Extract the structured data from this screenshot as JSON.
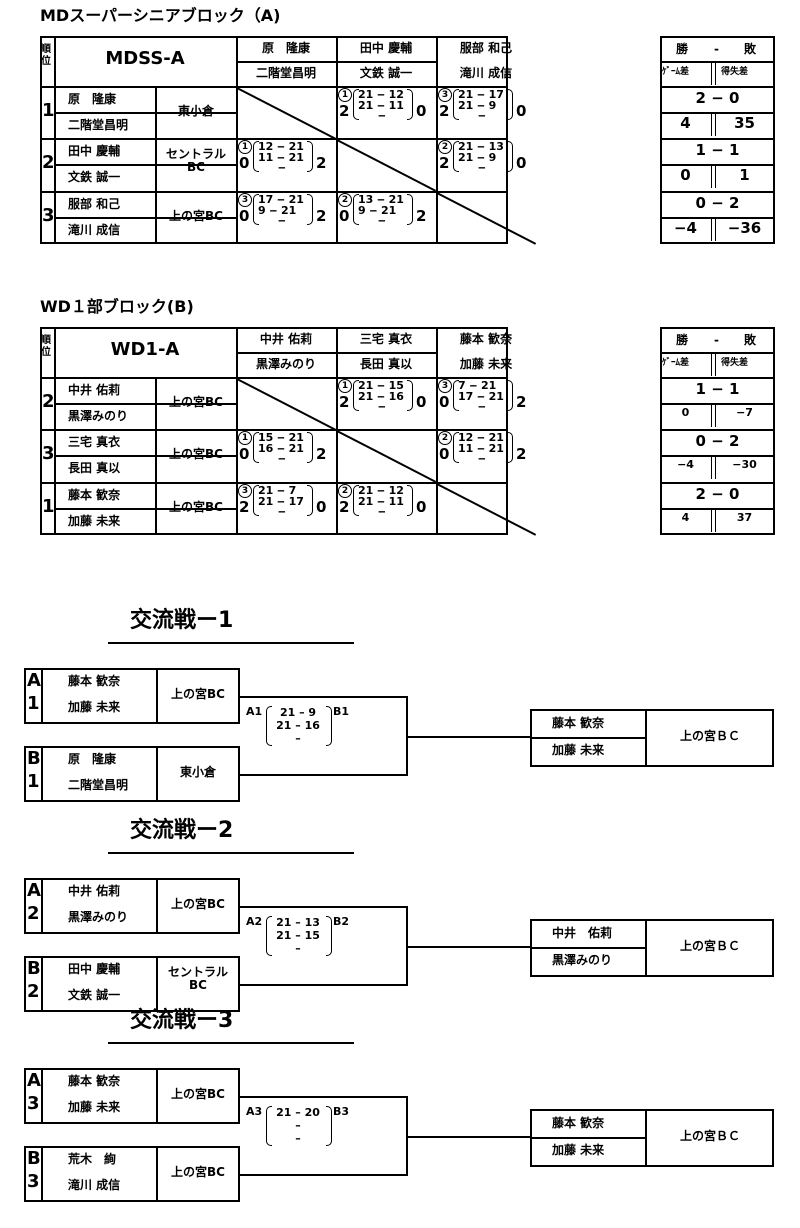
{
  "blockA": {
    "title": "MDスーパーシニアブロック（A)",
    "header_rank": "順位",
    "header_code": "MDSS-A",
    "col_players": [
      [
        "原　隆康",
        "二階堂昌明"
      ],
      [
        "田中 慶輔",
        "文鉄 誠一"
      ],
      [
        "服部 和己",
        "滝川 成信"
      ]
    ],
    "rows": [
      {
        "rank": "1",
        "players": [
          "原　隆康",
          "二階堂昌明"
        ],
        "club": "東小倉",
        "wl": "2 − 0",
        "gd": "4",
        "pd": "35"
      },
      {
        "rank": "2",
        "players": [
          "田中 慶輔",
          "文鉄 誠一"
        ],
        "club": "セントラル\nBC",
        "wl": "1 − 1",
        "gd": "0",
        "pd": "1"
      },
      {
        "rank": "3",
        "players": [
          "服部 和己",
          "滝川 成信"
        ],
        "club": "上の宮BC",
        "wl": "0 − 2",
        "gd": "−4",
        "pd": "−36"
      }
    ],
    "matches": [
      {
        "id": "a12",
        "order": "1",
        "g1": "21 ‒ 12",
        "g2": "21 ‒ 11",
        "g3": "‒",
        "left": "2",
        "right": "0"
      },
      {
        "id": "a13",
        "order": "3",
        "g1": "21 ‒ 17",
        "g2": "21 ‒  9",
        "g3": "‒",
        "left": "2",
        "right": "0"
      },
      {
        "id": "a21",
        "order": "1",
        "g1": "12 ‒ 21",
        "g2": "11 ‒ 21",
        "g3": "‒",
        "left": "0",
        "right": "2"
      },
      {
        "id": "a23",
        "order": "2",
        "g1": "21 ‒ 13",
        "g2": "21 ‒  9",
        "g3": "‒",
        "left": "2",
        "right": "0"
      },
      {
        "id": "a31",
        "order": "3",
        "g1": "17 ‒ 21",
        "g2": " 9 ‒ 21",
        "g3": "‒",
        "left": "0",
        "right": "2"
      },
      {
        "id": "a32",
        "order": "2",
        "g1": "13 ‒ 21",
        "g2": " 9 ‒ 21",
        "g3": "‒",
        "left": "0",
        "right": "2"
      }
    ]
  },
  "blockB": {
    "title": "WD１部ブロック(B)",
    "header_rank": "順位",
    "header_code": "WD1-A",
    "col_players": [
      [
        "中井 佑莉",
        "黒澤みのり"
      ],
      [
        "三宅 真衣",
        "長田 真以"
      ],
      [
        "藤本 歓奈",
        "加藤 未来"
      ]
    ],
    "rows": [
      {
        "rank": "2",
        "players": [
          "中井 佑莉",
          "黒澤みのり"
        ],
        "club": "上の宮BC",
        "wl": "1 − 1",
        "gd": "0",
        "pd": "−7"
      },
      {
        "rank": "3",
        "players": [
          "三宅 真衣",
          "長田 真以"
        ],
        "club": "上の宮BC",
        "wl": "0 − 2",
        "gd": "−4",
        "pd": "−30"
      },
      {
        "rank": "1",
        "players": [
          "藤本 歓奈",
          "加藤 未来"
        ],
        "club": "上の宮BC",
        "wl": "2 − 0",
        "gd": "4",
        "pd": "37"
      }
    ],
    "matches": [
      {
        "id": "b12",
        "order": "1",
        "g1": "21 ‒ 15",
        "g2": "21 ‒ 16",
        "g3": "‒",
        "left": "2",
        "right": "0"
      },
      {
        "id": "b13",
        "order": "3",
        "g1": " 7 ‒ 21",
        "g2": "17 ‒ 21",
        "g3": "‒",
        "left": "0",
        "right": "2"
      },
      {
        "id": "b21",
        "order": "1",
        "g1": "15 ‒ 21",
        "g2": "16 ‒ 21",
        "g3": "‒",
        "left": "0",
        "right": "2"
      },
      {
        "id": "b23",
        "order": "2",
        "g1": "12 ‒ 21",
        "g2": "11 ‒ 21",
        "g3": "‒",
        "left": "0",
        "right": "2"
      },
      {
        "id": "b31",
        "order": "3",
        "g1": "21 ‒  7",
        "g2": "21 ‒ 17",
        "g3": "‒",
        "left": "2",
        "right": "0"
      },
      {
        "id": "b32",
        "order": "2",
        "g1": "21 ‒ 12",
        "g2": "21 ‒ 11",
        "g3": "‒",
        "left": "2",
        "right": "0"
      }
    ]
  },
  "summary_header": {
    "wl_left": "勝",
    "wl_dash": "-",
    "wl_right": "敗",
    "gd": "ｹﾞｰﾑ差",
    "pd": "得失差"
  },
  "exchanges": [
    {
      "heading": "交流戦ー1",
      "a_label": [
        "A",
        "1"
      ],
      "a_players": [
        "藤本 歓奈",
        "加藤 未来"
      ],
      "a_club": "上の宮BC",
      "b_label": [
        "B",
        "1"
      ],
      "b_players": [
        "原　隆康",
        "二階堂昌明"
      ],
      "b_club": "東小倉",
      "left_tag": "A1",
      "right_tag": "B1",
      "g1": "21 – 9",
      "g2": "21 – 16",
      "g3": "–",
      "winner_players": [
        "藤本 歓奈",
        "加藤 未来"
      ],
      "winner_club": "上の宮ＢＣ"
    },
    {
      "heading": "交流戦ー2",
      "a_label": [
        "A",
        "2"
      ],
      "a_players": [
        "中井 佑莉",
        "黒澤みのり"
      ],
      "a_club": "上の宮BC",
      "b_label": [
        "B",
        "2"
      ],
      "b_players": [
        "田中 慶輔",
        "文鉄 誠一"
      ],
      "b_club": "セントラル\nBC",
      "left_tag": "A2",
      "right_tag": "B2",
      "g1": "21 – 13",
      "g2": "21 – 15",
      "g3": "–",
      "winner_players": [
        "中井　佑莉",
        "黒澤みのり"
      ],
      "winner_club": "上の宮ＢＣ"
    },
    {
      "heading": "交流戦ー3",
      "a_label": [
        "A",
        "3"
      ],
      "a_players": [
        "藤本 歓奈",
        "加藤 未来"
      ],
      "a_club": "上の宮BC",
      "b_label": [
        "B",
        "3"
      ],
      "b_players": [
        "荒木　絢",
        "滝川 成信"
      ],
      "b_club": "上の宮BC",
      "left_tag": "A3",
      "right_tag": "B3",
      "g1": "21 – 20",
      "g2": "–",
      "g3": "–",
      "winner_players": [
        "藤本 歓奈",
        "加藤 未来"
      ],
      "winner_club": "上の宮ＢＣ"
    }
  ]
}
